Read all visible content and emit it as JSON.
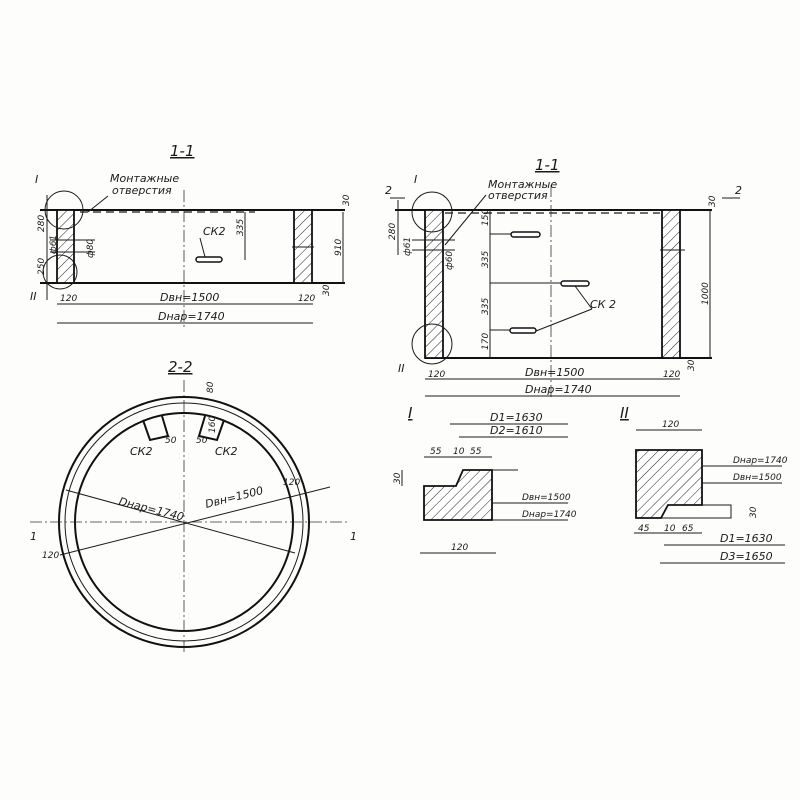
{
  "left_section": {
    "title": "1-1",
    "callout_top": "I",
    "callout_bottom": "II",
    "note_line1": "Монтажные",
    "note_line2": "отверстия",
    "dim_280": "280",
    "dim_250": "250",
    "dim_hole1": "ф61",
    "dim_hole2": "ф80",
    "dim_335": "335",
    "dim_910": "910",
    "dim_30_top": "30",
    "dim_30_bottom": "30",
    "rung_label": "СК2",
    "wall_left": "120",
    "wall_right": "120",
    "inner_d": "Dвн=1500",
    "outer_d": "Dнар=1740"
  },
  "right_section": {
    "title": "1-1",
    "marker_left": "2",
    "marker_right": "2",
    "callout_top": "I",
    "callout_bottom": "II",
    "note_line1": "Монтажные",
    "note_line2": "отверстия",
    "dim_280": "280",
    "dim_hole1": "ф61",
    "dim_hole2": "ф60",
    "dim_150": "150",
    "dim_335a": "335",
    "dim_335b": "335",
    "dim_170": "170",
    "dim_1000": "1000",
    "dim_30_top": "30",
    "dim_30_bottom": "30",
    "rung_label": "СК 2",
    "wall_left": "120",
    "wall_right": "120",
    "inner_d": "Dвн=1500",
    "outer_d": "Dнар=1740"
  },
  "plan_section": {
    "title": "2-2",
    "outer_d": "Dнар=1740",
    "inner_d": "Dвн=1500",
    "wall_right": "120",
    "wall_left": "120",
    "rung_left": "СК2",
    "rung_right": "СК2",
    "dim_50_left": "50",
    "dim_50_right": "50",
    "dim_80": "80",
    "dim_160": "160",
    "section_mark_left": "1",
    "section_mark_right": "1"
  },
  "detail_1": {
    "title": "I",
    "d1": "D1=1630",
    "d2": "D2=1610",
    "dim_55a": "55",
    "dim_10": "10",
    "dim_55b": "55",
    "dim_30": "30",
    "inner_d": "Dвн=1500",
    "outer_d": "Dнар=1740",
    "width": "120"
  },
  "detail_2": {
    "title": "II",
    "width": "120",
    "outer_d": "Dнар=1740",
    "inner_d": "Dвн=1500",
    "dim_30": "30",
    "dim_45": "45",
    "dim_10": "10",
    "dim_65": "65",
    "d1": "D1=1630",
    "d3": "D3=1650"
  }
}
